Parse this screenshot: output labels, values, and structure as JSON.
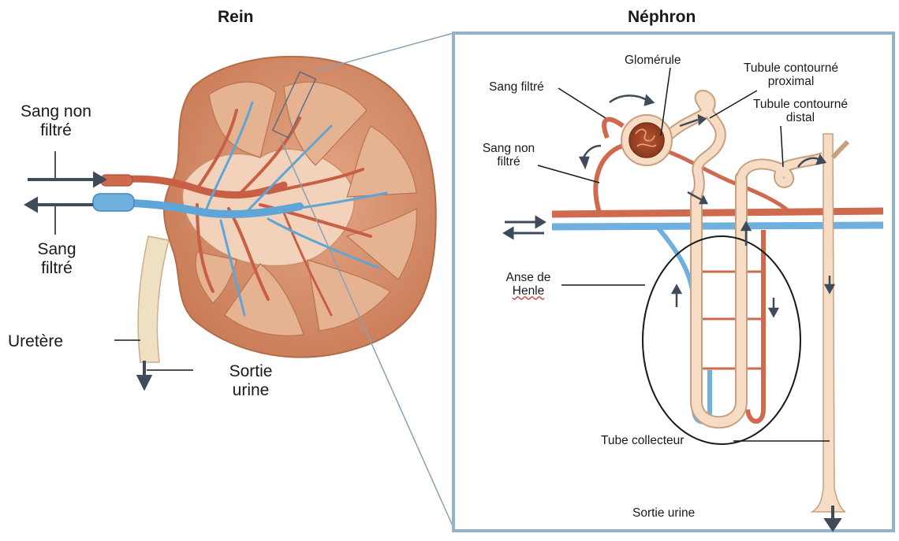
{
  "titles": {
    "left": "Rein",
    "right": "Néphron"
  },
  "kidney_labels": {
    "unfiltered_line1": "Sang non",
    "unfiltered_line2": "filtré",
    "filtered_line1": "Sang",
    "filtered_line2": "filtré",
    "ureter": "Uretère",
    "urine_line1": "Sortie",
    "urine_line2": "urine"
  },
  "nephron_labels": {
    "glomerule": "Glomérule",
    "proximal_line1": "Tubule contourné",
    "proximal_line2": "proximal",
    "distal_line1": "Tubule contourné",
    "distal_line2": "distal",
    "sang_filtre": "Sang filtré",
    "unfiltered_line1": "Sang non",
    "unfiltered_line2": "filtré",
    "henle_line1": "Anse de",
    "henle_line2": "Henle",
    "collecteur": "Tube collecteur",
    "sortie": "Sortie urine"
  },
  "colors": {
    "artery": "#cf6a4f",
    "vein": "#6fb0de",
    "tubule": "#f6dcc4",
    "kidney": "#d98e6a",
    "arrow": "#3f4b5b",
    "panel_border": "#92b3ca"
  }
}
